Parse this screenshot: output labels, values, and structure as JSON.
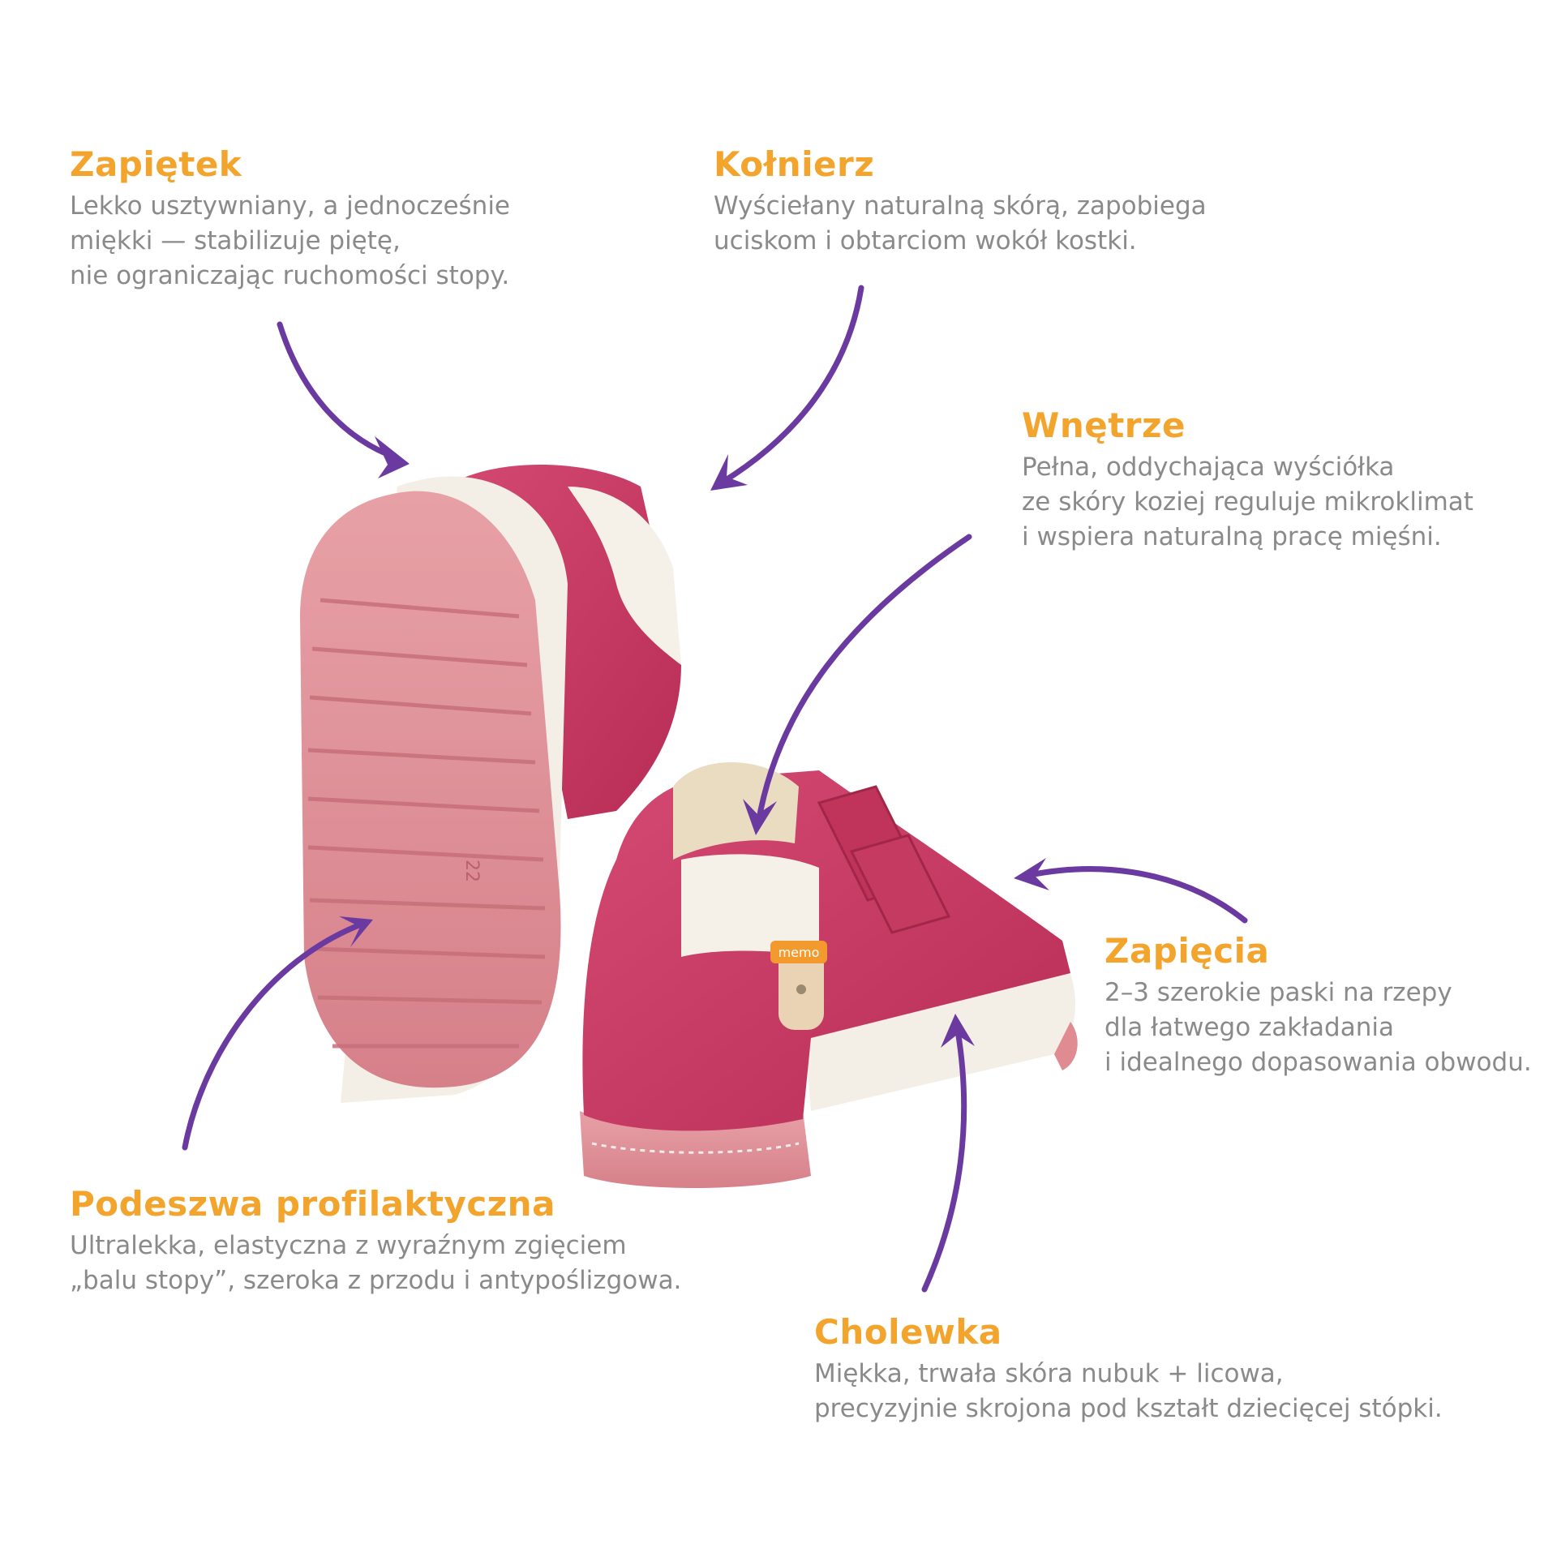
{
  "colors": {
    "heading": "#f2a42c",
    "body_text": "#8a8a8a",
    "arrow": "#6b3aa0",
    "shoe_pink": "#c8375f",
    "sole_pink": "#e08a92",
    "sole_white": "#f4efe6"
  },
  "callouts": {
    "zapietek": {
      "title": "Zapiętek",
      "lines": [
        "Lekko usztywniany, a jednocześnie",
        "miękki — stabilizuje piętę,",
        "nie ograniczając ruchomości stopy."
      ]
    },
    "kolnierz": {
      "title": "Kołnierz",
      "lines": [
        "Wyściełany naturalną skórą, zapobiega",
        "uciskom i obtarciom wokół kostki."
      ]
    },
    "wnetrze": {
      "title": "Wnętrze",
      "lines": [
        "Pełna, oddychająca wyściółka",
        "ze skóry koziej reguluje mikroklimat",
        "i wspiera naturalną pracę mięśni."
      ]
    },
    "zapiecia": {
      "title": "Zapięcia",
      "lines": [
        "2–3 szerokie paski na rzepy",
        "dla łatwego zakładania",
        "i idealnego dopasowania obwodu."
      ]
    },
    "podeszwa": {
      "title": "Podeszwa profilaktyczna",
      "lines": [
        "Ultralekka, elastyczna z wyraźnym zgięciem",
        "„balu stopy”, szeroka z przodu i antypoślizgowa."
      ]
    },
    "cholewka": {
      "title": "Cholewka",
      "lines": [
        "Miękka, trwała skóra nubuk + licowa,",
        "precyzyjnie skrojona pod kształt dziecięcej stópki."
      ]
    }
  },
  "product_image": {
    "brand_tag": "memo",
    "sole_size": "22"
  }
}
